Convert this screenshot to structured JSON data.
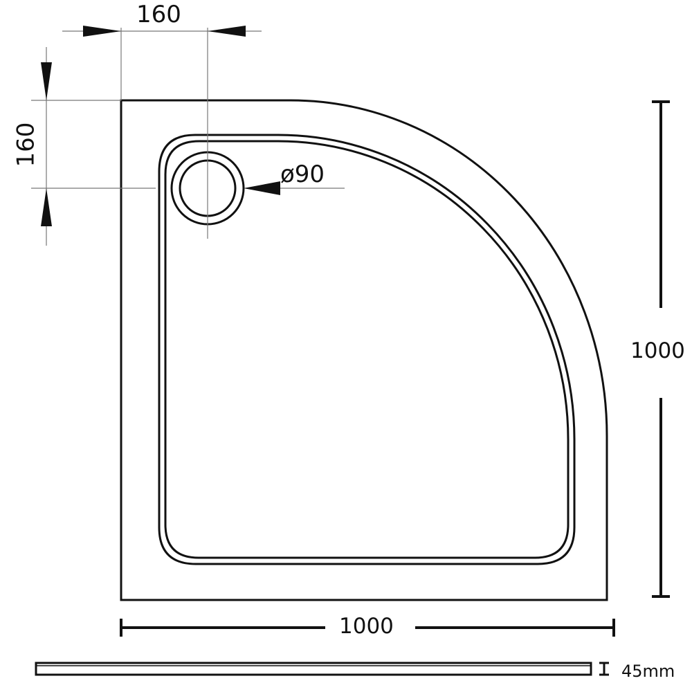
{
  "drawing": {
    "drain_offset_x": "160",
    "drain_offset_y": "160",
    "drain_diameter": "ø90",
    "depth": "1000",
    "width": "1000",
    "height": "45mm"
  },
  "colors": {
    "line": "#111111",
    "guide": "#777777"
  }
}
